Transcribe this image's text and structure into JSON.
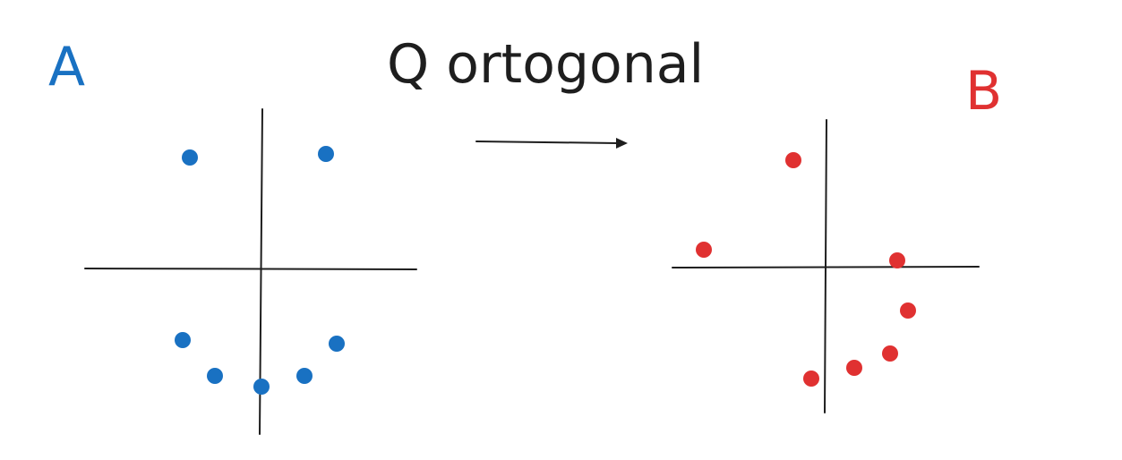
{
  "title": "Q ortogonal",
  "set_a": {
    "label": "A",
    "color": "#1971c2",
    "points": [
      [
        -2.0,
        3.1
      ],
      [
        1.8,
        3.2
      ],
      [
        -2.2,
        -2.0
      ],
      [
        -1.3,
        -3.0
      ],
      [
        0.0,
        -3.3
      ],
      [
        1.2,
        -3.0
      ],
      [
        2.1,
        -2.1
      ]
    ]
  },
  "set_b": {
    "label": "B",
    "color": "#e03131",
    "points": [
      [
        -0.9,
        3.0
      ],
      [
        -3.4,
        0.5
      ],
      [
        2.0,
        0.2
      ],
      [
        2.3,
        -1.2
      ],
      [
        1.8,
        -2.4
      ],
      [
        0.8,
        -2.8
      ],
      [
        -0.4,
        -3.1
      ]
    ]
  },
  "arrow": {
    "color": "#1e1e1e"
  }
}
